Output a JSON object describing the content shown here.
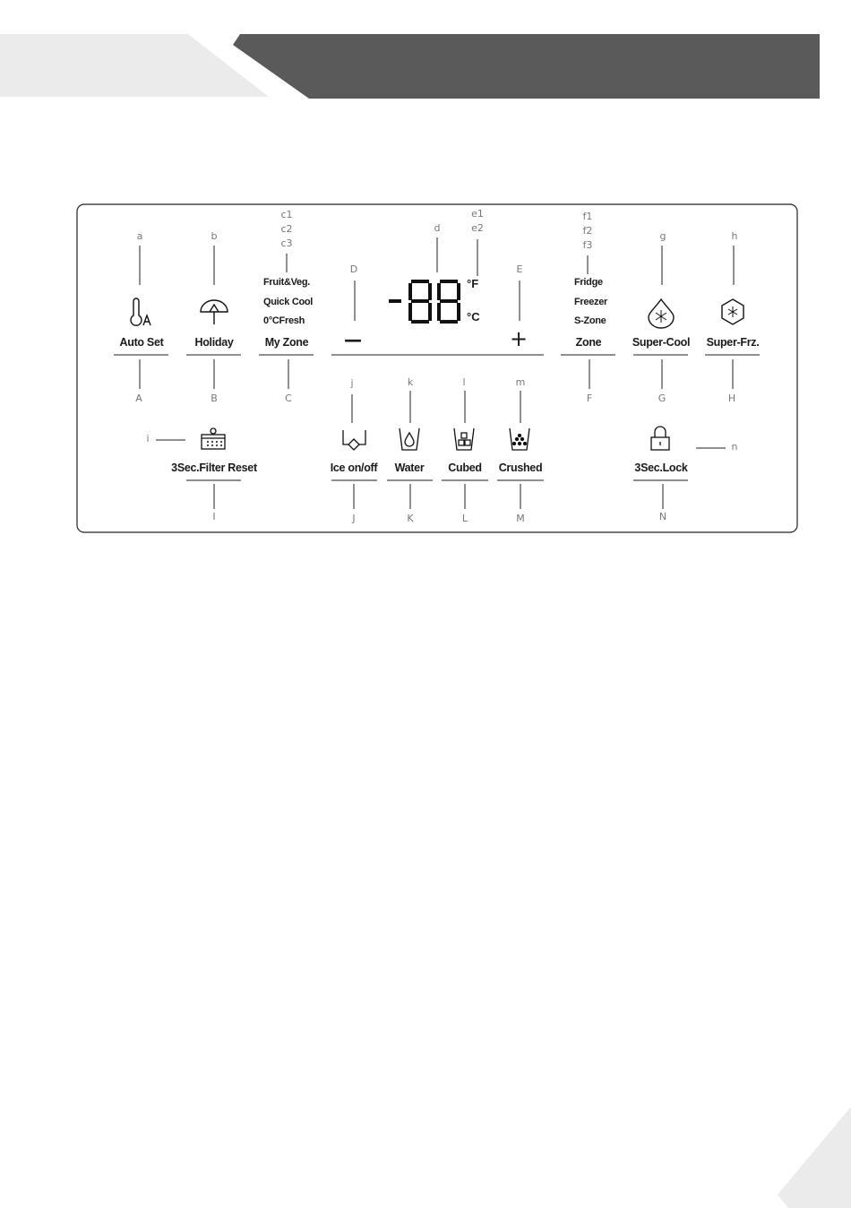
{
  "panel": {
    "buttons": [
      {
        "key": "auto_set",
        "label": "Auto Set",
        "upper": "a",
        "lower": "A",
        "icon": "thermometer-auto-icon"
      },
      {
        "key": "holiday",
        "label": "Holiday",
        "upper": "b",
        "lower": "B",
        "icon": "umbrella-icon"
      },
      {
        "key": "my_zone",
        "label": "My Zone",
        "lower": "C"
      },
      {
        "key": "zone",
        "label": "Zone",
        "lower": "F"
      },
      {
        "key": "super_cool",
        "label": "Super-Cool",
        "upper": "g",
        "lower": "G",
        "icon": "droplet-snowflake-icon"
      },
      {
        "key": "super_frz",
        "label": "Super-Frz.",
        "upper": "h",
        "lower": "H",
        "icon": "hexagon-snowflake-icon"
      }
    ],
    "my_zone_options": [
      "Fruit&Veg.",
      "Quick Cool",
      "0°CFresh"
    ],
    "my_zone_callouts": [
      "c1",
      "c2",
      "c3"
    ],
    "zone_options": [
      "Fridge",
      "Freezer",
      "S-Zone"
    ],
    "zone_callouts": [
      "f1",
      "f2",
      "f3"
    ],
    "display": {
      "digits": "-88",
      "unit_f": "°F",
      "unit_c": "°C",
      "callout_display": "d",
      "callout_units": [
        "e1",
        "e2"
      ],
      "minus_callout": "D",
      "plus_callout": "E",
      "minus_symbol": "—",
      "plus_symbol": "+"
    },
    "bottom_buttons": [
      {
        "key": "filter_reset",
        "label": "3Sec.Filter Reset",
        "upper": "i",
        "lower": "I",
        "icon": "filter-icon"
      },
      {
        "key": "ice_onoff",
        "label": "Ice on/off",
        "upper": "j",
        "lower": "J",
        "icon": "ice-dispenser-icon"
      },
      {
        "key": "water",
        "label": "Water",
        "upper": "k",
        "lower": "K",
        "icon": "water-cup-icon"
      },
      {
        "key": "cubed",
        "label": "Cubed",
        "upper": "l",
        "lower": "L",
        "icon": "cubed-ice-cup-icon"
      },
      {
        "key": "crushed",
        "label": "Crushed",
        "upper": "m",
        "lower": "M",
        "icon": "crushed-ice-cup-icon"
      },
      {
        "key": "lock",
        "label": "3Sec.Lock",
        "upper": "n",
        "lower": "N",
        "icon": "lock-icon"
      }
    ]
  }
}
